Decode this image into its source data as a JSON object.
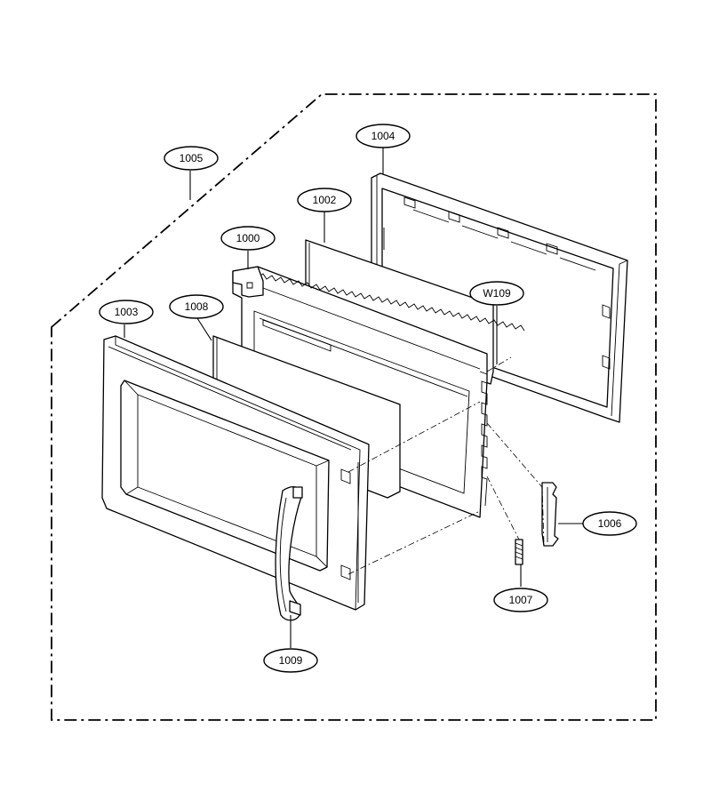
{
  "diagram": {
    "callouts": {
      "c1005": "1005",
      "c1004": "1004",
      "c1002": "1002",
      "c1000": "1000",
      "c1003": "1003",
      "c1008": "1008",
      "cW109": "W109",
      "c1006": "1006",
      "c1007": "1007",
      "c1009": "1009"
    }
  }
}
